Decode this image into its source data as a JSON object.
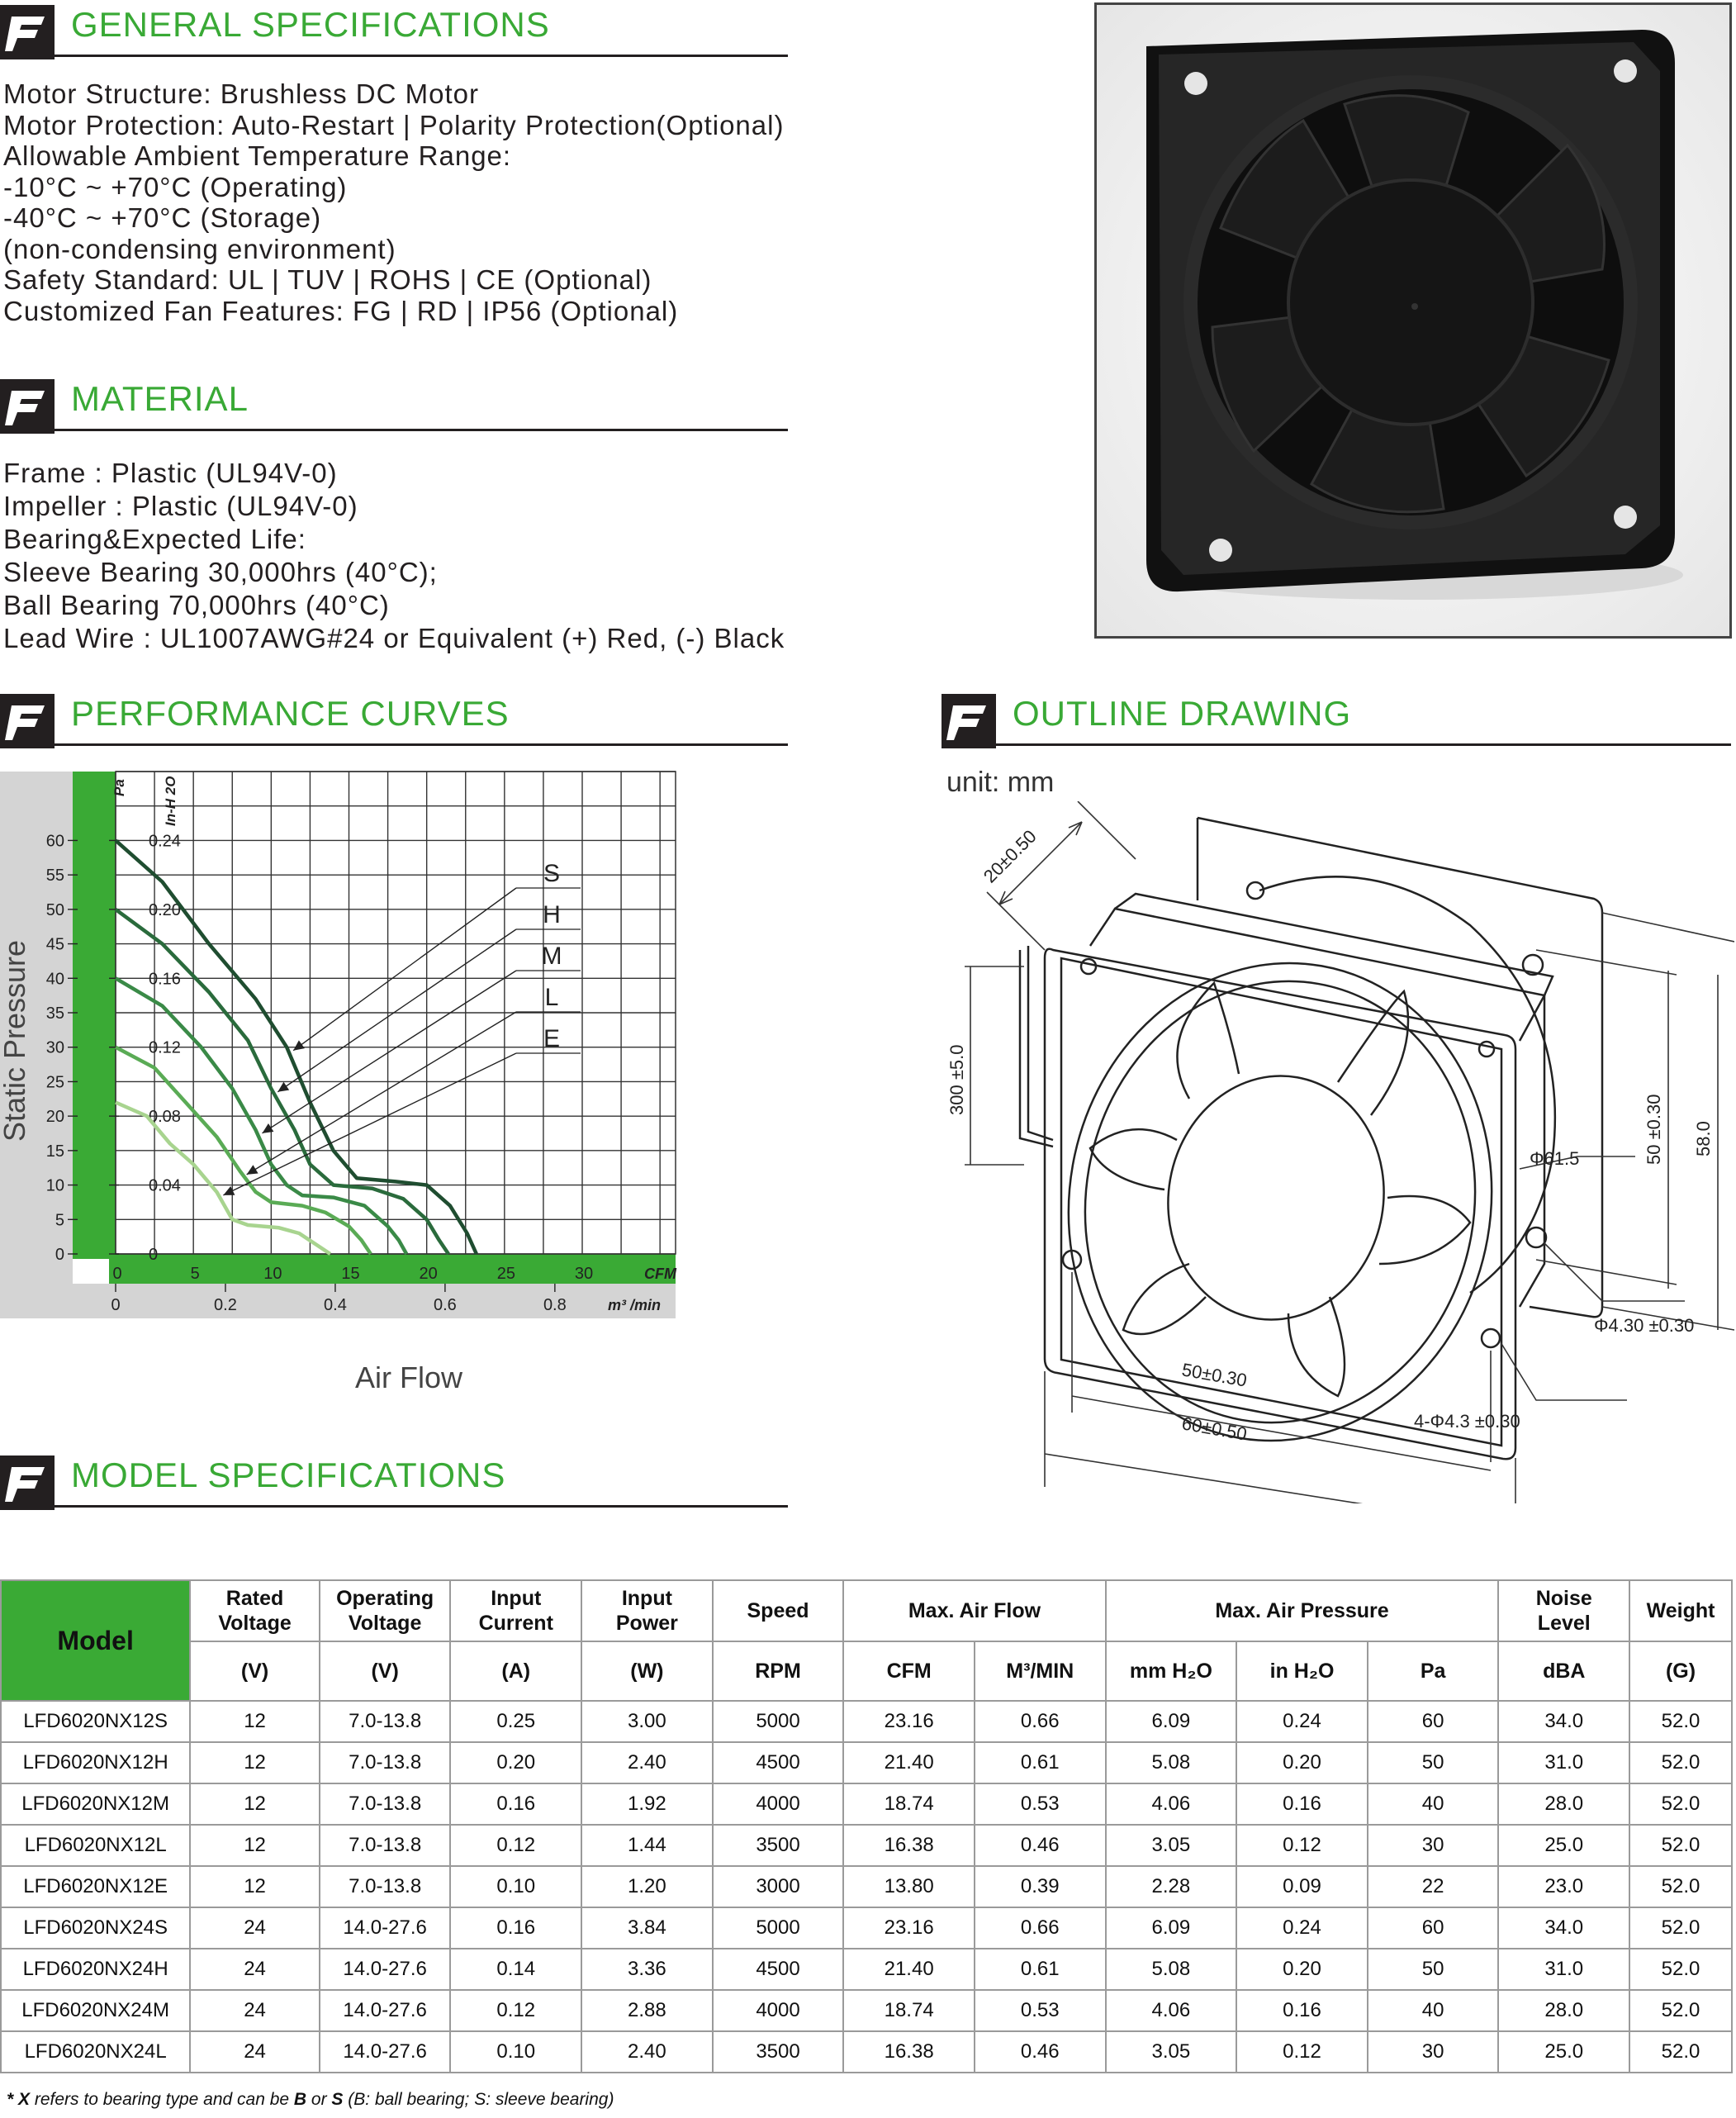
{
  "sections": {
    "general": "GENERAL SPECIFICATIONS",
    "material": "MATERIAL",
    "performance": "PERFORMANCE CURVES",
    "outline": "OUTLINE DRAWING",
    "model": "MODEL SPECIFICATIONS"
  },
  "general_specs": [
    "Motor Structure: Brushless DC Motor",
    "Motor Protection: Auto-Restart | Polarity Protection(Optional)",
    "Allowable Ambient Temperature Range:",
    "-10°C ~ +70°C (Operating)",
    "-40°C ~ +70°C (Storage)",
    "(non-condensing environment)",
    "Safety Standard: UL | TUV | ROHS | CE (Optional)",
    "Customized Fan Features: FG | RD | IP56 (Optional)"
  ],
  "material_specs": [
    "Frame : Plastic (UL94V-0)",
    "Impeller : Plastic (UL94V-0)",
    "Bearing&Expected Life:",
    "Sleeve Bearing  30,000hrs (40°C);",
    "Ball Bearing  70,000hrs (40°C)",
    "Lead Wire : UL1007AWG#24 or Equivalent (+) Red, (-) Black"
  ],
  "chart_data": {
    "type": "line",
    "ylabel": "Static Pressure",
    "xlabel": "Air Flow",
    "y_unit_pa": "Pa",
    "y_unit_inh2o": "In-H 2O",
    "x_unit_cfm": "CFM",
    "x_unit_m3": "m³ /min",
    "y_pa_ticks": [
      "60",
      "55",
      "50",
      "45",
      "40",
      "35",
      "30",
      "25",
      "20",
      "15",
      "10",
      "5",
      "0"
    ],
    "y_inh2o_ticks": [
      "0.24",
      "0.20",
      "0.16",
      "0.12",
      "0.08",
      "0.04",
      "0"
    ],
    "x_cfm_ticks": [
      "0",
      "5",
      "10",
      "15",
      "20",
      "25",
      "30"
    ],
    "x_m3_ticks": [
      "0",
      "0.2",
      "0.4",
      "0.6",
      "0.8"
    ],
    "xlim_cfm": [
      0,
      36
    ],
    "ylim_pa": [
      0,
      70
    ],
    "grid": true,
    "series": [
      {
        "name": "S",
        "color": "#1f4d30",
        "points": [
          [
            0,
            60
          ],
          [
            3,
            54
          ],
          [
            6,
            45
          ],
          [
            9,
            37
          ],
          [
            11,
            30
          ],
          [
            12.5,
            22
          ],
          [
            14,
            15
          ],
          [
            15.5,
            11
          ],
          [
            18,
            10.5
          ],
          [
            20,
            10
          ],
          [
            21.5,
            7
          ],
          [
            22.6,
            3
          ],
          [
            23.2,
            0
          ]
        ]
      },
      {
        "name": "H",
        "color": "#2a6b3c",
        "points": [
          [
            0,
            50
          ],
          [
            3,
            45
          ],
          [
            6,
            38
          ],
          [
            8.5,
            31
          ],
          [
            10,
            24
          ],
          [
            11.5,
            18
          ],
          [
            12.5,
            13
          ],
          [
            14,
            10
          ],
          [
            16.5,
            9.5
          ],
          [
            18.5,
            8
          ],
          [
            20,
            5
          ],
          [
            20.8,
            2
          ],
          [
            21.4,
            0
          ]
        ]
      },
      {
        "name": "M",
        "color": "#3a8a47",
        "points": [
          [
            0,
            40
          ],
          [
            3,
            36
          ],
          [
            5.5,
            30
          ],
          [
            7.5,
            24
          ],
          [
            9,
            18
          ],
          [
            10,
            13
          ],
          [
            11,
            10
          ],
          [
            12,
            8.5
          ],
          [
            14,
            8.2
          ],
          [
            16,
            7
          ],
          [
            17.5,
            4
          ],
          [
            18.2,
            2
          ],
          [
            18.7,
            0
          ]
        ]
      },
      {
        "name": "L",
        "color": "#5aab55",
        "points": [
          [
            0,
            30
          ],
          [
            2.5,
            27
          ],
          [
            4.5,
            22
          ],
          [
            6.5,
            17
          ],
          [
            8,
            12
          ],
          [
            9,
            9
          ],
          [
            10,
            7.5
          ],
          [
            12,
            7
          ],
          [
            13.5,
            6
          ],
          [
            15,
            4
          ],
          [
            15.8,
            2
          ],
          [
            16.4,
            0
          ]
        ]
      },
      {
        "name": "E",
        "color": "#a8d48f",
        "points": [
          [
            0,
            22
          ],
          [
            2,
            20
          ],
          [
            3.5,
            16
          ],
          [
            5,
            13
          ],
          [
            6.5,
            9
          ],
          [
            7.5,
            5
          ],
          [
            8.5,
            4.2
          ],
          [
            10.5,
            3.8
          ],
          [
            11.8,
            3
          ],
          [
            12.8,
            1.5
          ],
          [
            13.8,
            0
          ]
        ]
      }
    ]
  },
  "outline": {
    "unit_label": "unit: mm",
    "dims": {
      "depth": "20±0.50",
      "wire": "300 ±5.0",
      "phi_frame": "Φ61.5",
      "hole_spacing_v": "50 ±0.30",
      "height": "58.0",
      "hole_dia_right": "Φ4.30 ±0.30",
      "hole_spacing_h": "50±0.30",
      "width": "60±0.50",
      "holes": "4-Φ4.3 ±0.30"
    }
  },
  "table": {
    "headers": {
      "model": "Model",
      "rated_voltage": [
        "Rated",
        "Voltage"
      ],
      "operating_voltage": [
        "Operating",
        "Voltage"
      ],
      "input_current": [
        "Input",
        "Current"
      ],
      "input_power": [
        "Input",
        "Power"
      ],
      "speed": "Speed",
      "max_air_flow": "Max. Air Flow",
      "max_air_pressure": "Max. Air Pressure",
      "noise": [
        "Noise",
        "Level"
      ],
      "weight": "Weight"
    },
    "units": [
      "(V)",
      "(V)",
      "(A)",
      "(W)",
      "RPM",
      "CFM",
      "M³/MIN",
      "mm H₂O",
      "in H₂O",
      "Pa",
      "dBA",
      "(G)"
    ],
    "rows": [
      [
        "LFD6020NX12S",
        "12",
        "7.0-13.8",
        "0.25",
        "3.00",
        "5000",
        "23.16",
        "0.66",
        "6.09",
        "0.24",
        "60",
        "34.0",
        "52.0"
      ],
      [
        "LFD6020NX12H",
        "12",
        "7.0-13.8",
        "0.20",
        "2.40",
        "4500",
        "21.40",
        "0.61",
        "5.08",
        "0.20",
        "50",
        "31.0",
        "52.0"
      ],
      [
        "LFD6020NX12M",
        "12",
        "7.0-13.8",
        "0.16",
        "1.92",
        "4000",
        "18.74",
        "0.53",
        "4.06",
        "0.16",
        "40",
        "28.0",
        "52.0"
      ],
      [
        "LFD6020NX12L",
        "12",
        "7.0-13.8",
        "0.12",
        "1.44",
        "3500",
        "16.38",
        "0.46",
        "3.05",
        "0.12",
        "30",
        "25.0",
        "52.0"
      ],
      [
        "LFD6020NX12E",
        "12",
        "7.0-13.8",
        "0.10",
        "1.20",
        "3000",
        "13.80",
        "0.39",
        "2.28",
        "0.09",
        "22",
        "23.0",
        "52.0"
      ],
      [
        "LFD6020NX24S",
        "24",
        "14.0-27.6",
        "0.16",
        "3.84",
        "5000",
        "23.16",
        "0.66",
        "6.09",
        "0.24",
        "60",
        "34.0",
        "52.0"
      ],
      [
        "LFD6020NX24H",
        "24",
        "14.0-27.6",
        "0.14",
        "3.36",
        "4500",
        "21.40",
        "0.61",
        "5.08",
        "0.20",
        "50",
        "31.0",
        "52.0"
      ],
      [
        "LFD6020NX24M",
        "24",
        "14.0-27.6",
        "0.12",
        "2.88",
        "4000",
        "18.74",
        "0.53",
        "4.06",
        "0.16",
        "40",
        "28.0",
        "52.0"
      ],
      [
        "LFD6020NX24L",
        "24",
        "14.0-27.6",
        "0.10",
        "2.40",
        "3500",
        "16.38",
        "0.46",
        "3.05",
        "0.12",
        "30",
        "25.0",
        "52.0"
      ]
    ]
  },
  "footnote": {
    "star": "* ",
    "x": "X",
    "text1": " refers to bearing type and can be ",
    "b": "B",
    "or": " or ",
    "s": "S",
    "text2": " (B: ball bearing; S: sleeve bearing)"
  },
  "colors": {
    "accent": "#39a935",
    "chart_green": "#3aaa35",
    "dark": "#231f20"
  }
}
